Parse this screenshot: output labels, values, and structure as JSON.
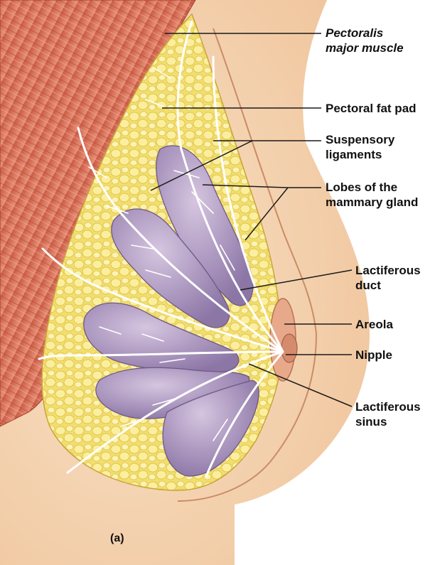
{
  "figure": {
    "panel_letter": "(a)",
    "labels": [
      {
        "id": "pectoralis",
        "lines": [
          "Pectoralis",
          "major muscle"
        ],
        "italic": true
      },
      {
        "id": "fat-pad",
        "lines": [
          "Pectoral fat pad"
        ],
        "italic": false
      },
      {
        "id": "ligaments",
        "lines": [
          "Suspensory",
          "ligaments"
        ],
        "italic": false
      },
      {
        "id": "lobes",
        "lines": [
          "Lobes of the",
          "mammary gland"
        ],
        "italic": false
      },
      {
        "id": "duct",
        "lines": [
          "Lactiferous",
          "duct"
        ],
        "italic": false
      },
      {
        "id": "areola",
        "lines": [
          "Areola"
        ],
        "italic": false
      },
      {
        "id": "nipple",
        "lines": [
          "Nipple"
        ],
        "italic": false
      },
      {
        "id": "sinus",
        "lines": [
          "Lactiferous",
          "sinus"
        ],
        "italic": false
      }
    ]
  },
  "colors": {
    "muscle": "#d9735a",
    "skin": "#f6d6b4",
    "fat": "#f4e27a",
    "lobe": "#a993bd",
    "ligament": "#ffffff",
    "leader": "#1a1a1a"
  }
}
